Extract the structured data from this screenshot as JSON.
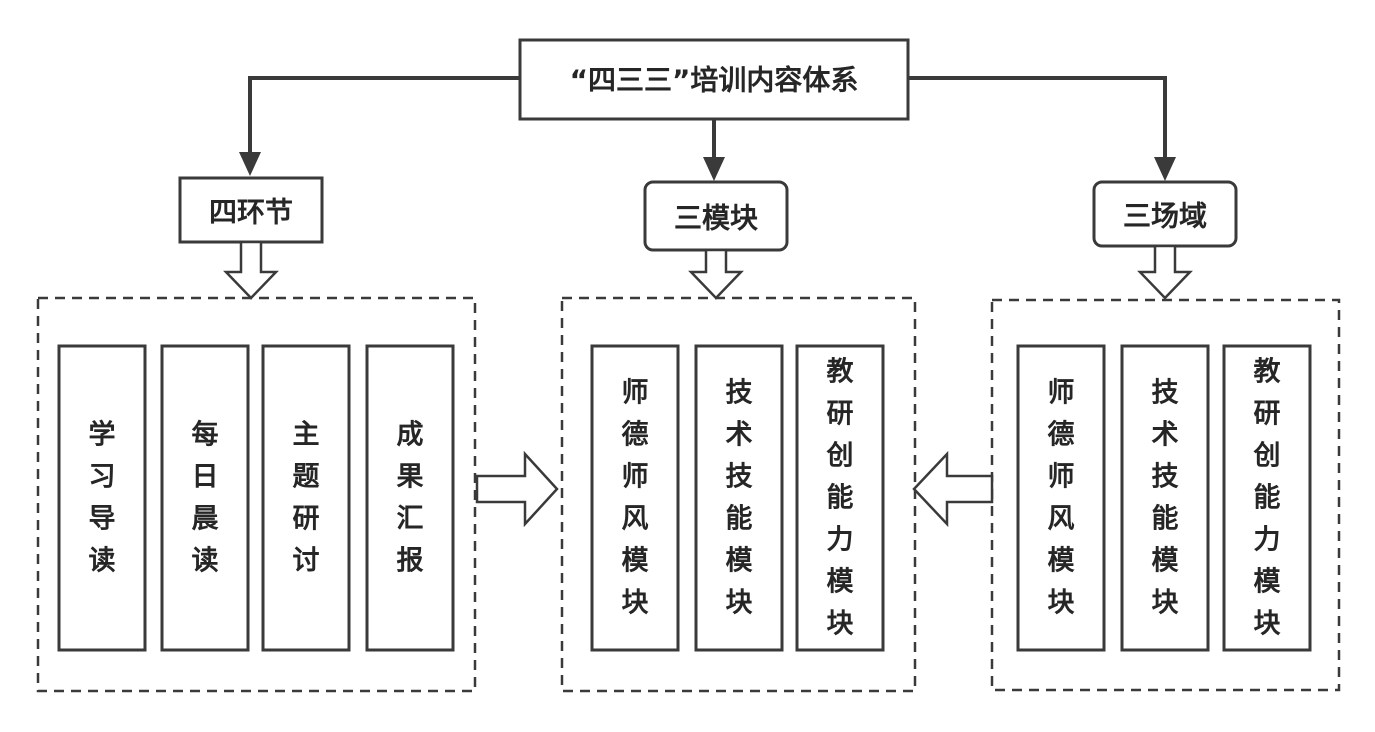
{
  "root": {
    "label": "“四三三”培训内容体系"
  },
  "branches": [
    {
      "label": "四环节",
      "items": [
        "学习导读",
        "每日晨读",
        "主题研讨",
        "成果汇报"
      ]
    },
    {
      "label": "三模块",
      "items": [
        "师德师风模块",
        "技术技能模块",
        "教研创能力模块"
      ]
    },
    {
      "label": "三场域",
      "items": [
        "师德师风模块",
        "技术技能模块",
        "教研创能力模块"
      ]
    }
  ],
  "colors": {
    "stroke": "#3a3a3a",
    "text": "#262626",
    "background": "#ffffff"
  }
}
